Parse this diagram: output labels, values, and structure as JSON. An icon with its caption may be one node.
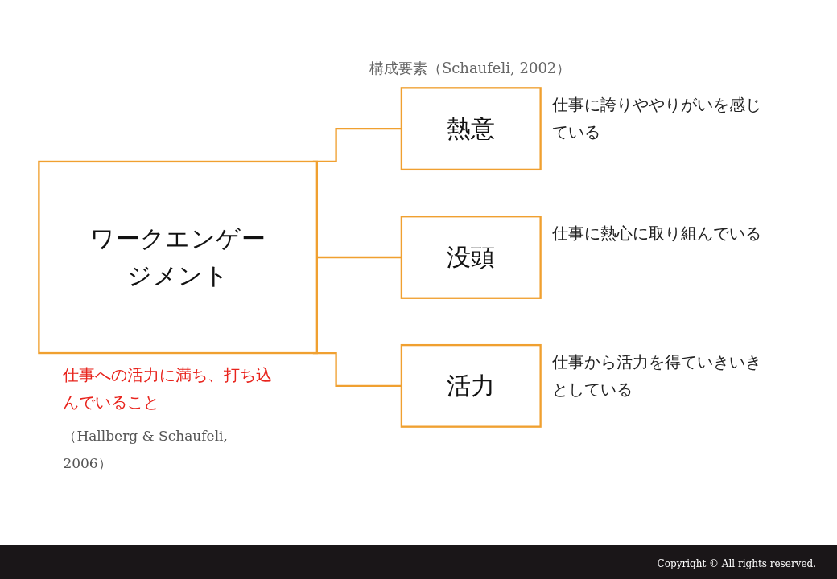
{
  "diagram": {
    "nodes": [
      {
        "text": [
          "ワークエンゲージメント"
        ],
        "beside": [
          "仕事への活力に満ち、打ち込んでいること",
          "（Hallberg & Schaufeli, 2006）"
        ]
      },
      {
        "text": [
          "熱意"
        ],
        "beside": [
          "仕事に誇りややりがいを感じている"
        ]
      },
      {
        "text": [
          "没頭"
        ],
        "beside": [
          "仕事に熱心に取り組んでいる"
        ]
      },
      {
        "text": [
          "活力"
        ],
        "beside": [
          "仕事から活力を得ていきいきとしている"
        ]
      }
    ],
    "edges": [
      {
        "from": 0,
        "to": 1,
        "arrow": "none"
      },
      {
        "from": 0,
        "to": 2,
        "arrow": "none"
      },
      {
        "from": 0,
        "to": 3,
        "arrow": "none"
      }
    ],
    "labels": [
      "構成要素（Schaufeli, 2002）",
      "Copyright © All rights reserved."
    ]
  }
}
